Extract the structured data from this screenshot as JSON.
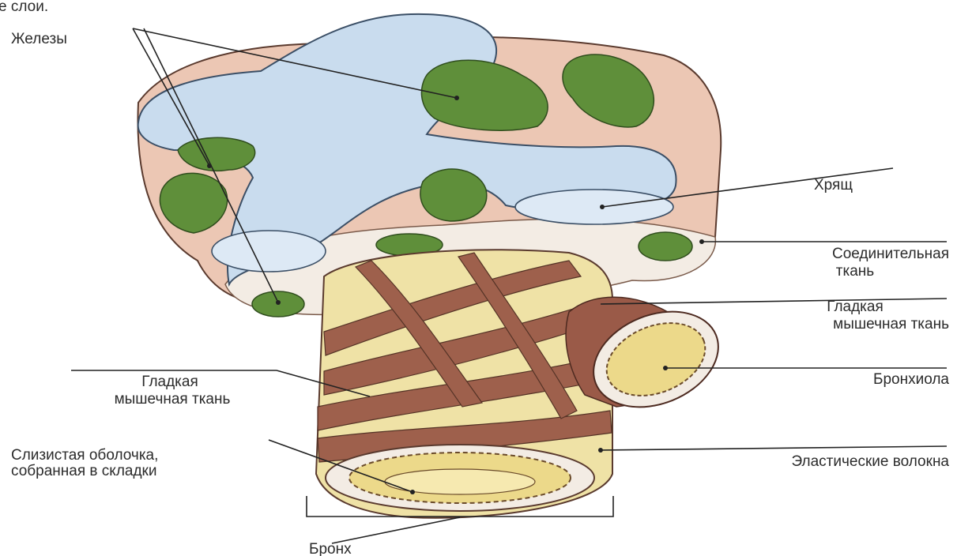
{
  "caption_fragment": "е слои.",
  "labels": {
    "glands": "Железы",
    "cartilage": "Хрящ",
    "connective_1": "Соединительная",
    "connective_2": "ткань",
    "smooth_right_1": "Гладкая",
    "smooth_right_2": "мышечная ткань",
    "bronchiole": "Бронхиола",
    "smooth_left_1": "Гладкая",
    "smooth_left_2": "мышечная ткань",
    "mucosa_1": "Слизистая оболочка,",
    "mucosa_2": "собранная в складки",
    "elastic": "Эластические волокна",
    "bronchus": "Бронх"
  },
  "colors": {
    "cartilage": "#c9dcee",
    "cartilage_light": "#dde9f5",
    "connective": "#ecc7b4",
    "connective_inner": "#f3ece4",
    "gland": "#5f8f3a",
    "gland_dark": "#3f6a25",
    "muscle": "#9a5a48",
    "lumen_yellow": "#ecd98a",
    "tube_yellow": "#efe2a6"
  }
}
